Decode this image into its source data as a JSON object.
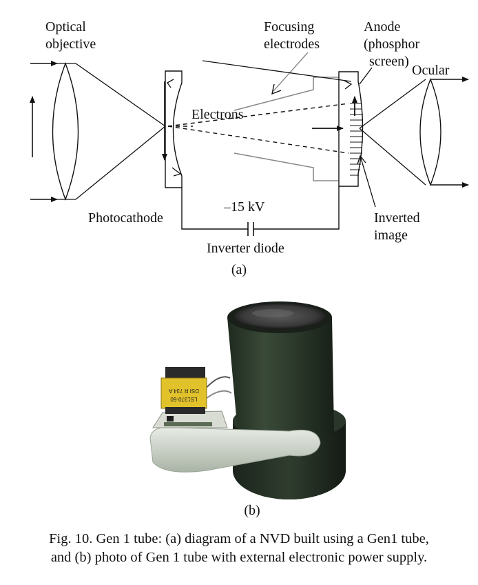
{
  "diagram": {
    "labels": {
      "optical_objective_1": "Optical",
      "optical_objective_2": "objective",
      "focusing_electrodes_1": "Focusing",
      "focusing_electrodes_2": "electrodes",
      "anode_1": "Anode",
      "anode_2": "(phosphor",
      "anode_3": "screen)",
      "ocular": "Ocular",
      "electrons": "Electrons",
      "photocathode": "Photocathode",
      "voltage": "–15 kV",
      "inverter_diode": "Inverter diode",
      "inverted_image_1": "Inverted",
      "inverted_image_2": "image",
      "sublabel": "(a)"
    }
  },
  "photo": {
    "transformer_text_1": "LS1370-60",
    "transformer_text_2": "DSI R 734 A",
    "sublabel": "(b)"
  },
  "caption": {
    "line1": "Fig. 10. Gen 1 tube: (a) diagram of a NVD built using a Gen1 tube,",
    "line2": "and (b) photo of Gen 1 tube with external electronic power supply."
  },
  "colors": {
    "ink": "#111111",
    "electrode_gray": "#8a8a8a",
    "tube_green": "#2d3b2c"
  }
}
